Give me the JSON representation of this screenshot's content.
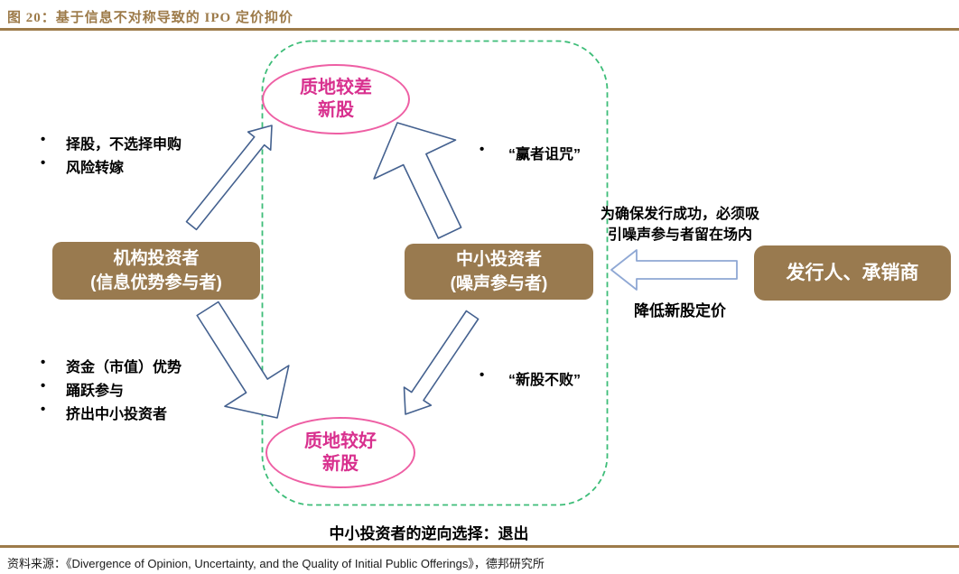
{
  "title": "图 20：基于信息不对称导致的 IPO 定价抑价",
  "colors": {
    "title_brown": "#9d7b4a",
    "box_brown": "#997a4f",
    "ellipse_outline_pink": "#ee5fa4",
    "ellipse_text_pink": "#d8308e",
    "dashed_boundary_green": "#3dbd78",
    "arrow_outline_blue": "#44618f",
    "arrow_outline_light_blue": "#8fa8d4"
  },
  "nodes": {
    "top_ellipse": {
      "line1": "质地较差",
      "line2": "新股"
    },
    "bottom_ellipse": {
      "line1": "质地较好",
      "line2": "新股"
    },
    "institutional": {
      "line1": "机构投资者",
      "line2": "(信息优势参与者)"
    },
    "retail": {
      "line1": "中小投资者",
      "line2": "(噪声参与者)"
    },
    "issuer": {
      "label": "发行人、承销商"
    }
  },
  "annotations": {
    "inst_top_bullets": [
      "择股，不选择申购",
      "风险转嫁"
    ],
    "winners_curse": "“赢者诅咒”",
    "inst_bottom_bullets": [
      "资金（市值）优势",
      "踊跃参与",
      "挤出中小投资者"
    ],
    "new_stock_never_fails": "“新股不败”",
    "ensure_line1": "为确保发行成功，必须吸",
    "ensure_line2": "引噪声参与者留在场内",
    "lower_pricing": "降低新股定价",
    "bottom_caption": "中小投资者的逆向选择：退出"
  },
  "source": {
    "prefix": "资料来源：《",
    "title_en": "Divergence of Opinion, Uncertainty, and the Quality of Initial Public Offerings",
    "suffix": "》，德邦研究所"
  }
}
